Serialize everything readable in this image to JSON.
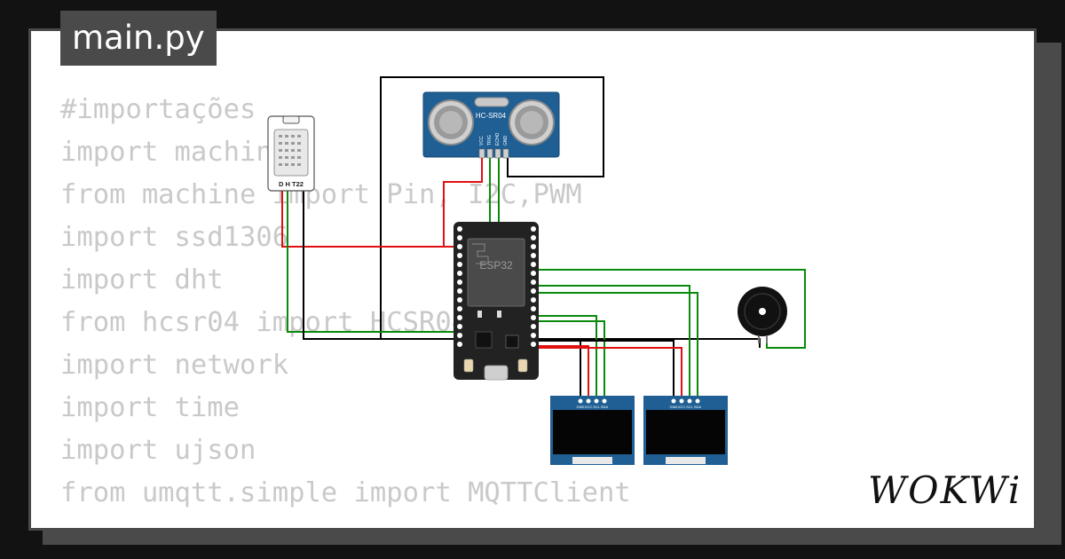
{
  "tab": {
    "filename": "main.py"
  },
  "code_lines": [
    "#importações",
    "import machine",
    "from machine import Pin, I2C,PWM",
    "import ssd1306",
    "import dht",
    "from hcsr04 import HCSR04",
    "import network",
    "import time",
    "import ujson",
    "from umqtt.simple import MQTTClient"
  ],
  "components": {
    "dht": {
      "label": "D H T22"
    },
    "ultrasonic": {
      "label": "HC-SR04",
      "pins": [
        "VCC",
        "TRIG",
        "ECHO",
        "GND"
      ]
    },
    "esp32": {
      "label": "ESP32"
    },
    "oled_pins": [
      "GND",
      "VCC",
      "SCL",
      "SDA"
    ]
  },
  "brand": {
    "logo_text": "WOKWi"
  },
  "colors": {
    "background": "#121212",
    "card": "#ffffff",
    "frame": "#4a4a4a",
    "code_text": "#c9c9c9",
    "wire_red": "#e01010",
    "wire_green": "#0a8a0a",
    "wire_black": "#000000",
    "pcb_blue": "#1f5f94",
    "esp32_board": "#222222"
  }
}
